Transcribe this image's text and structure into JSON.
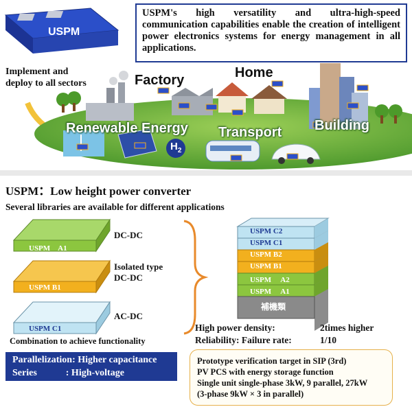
{
  "top": {
    "module_label": "USPM",
    "callout": "USPM's high versatility and ultra-high-speed communication capabilities enable the creation of intelligent power electronics systems for energy management in all applications.",
    "deploy_line1": "Implement and",
    "deploy_line2": "deploy to all sectors",
    "sectors": {
      "factory": "Factory",
      "home": "Home",
      "renewable": "Renewable Energy",
      "transport": "Transport",
      "building": "Building"
    },
    "h2_label": "H",
    "h2_sub": "2"
  },
  "bottom": {
    "title": "USPM：Low height power converter",
    "subtitle": "Several libraries are available for different applications",
    "libraries": [
      {
        "plate": "USPM　A1",
        "type_line1": "DC-DC",
        "type_line2": "",
        "color": "#8cc63f"
      },
      {
        "plate": "USPM B1",
        "type_line1": "Isolated type",
        "type_line2": "DC-DC",
        "color": "#f2b01e"
      },
      {
        "plate": "USPM C1",
        "type_line1": "AC-DC",
        "type_line2": "",
        "color": "#bfe3f2"
      }
    ],
    "combination": "Combination to achieve functionality",
    "stack": [
      {
        "label": "USPM C2",
        "color": "#bfe3f2"
      },
      {
        "label": "USPM C1",
        "color": "#bfe3f2"
      },
      {
        "label": "USPM B2",
        "color": "#f2b01e"
      },
      {
        "label": "USPM B1",
        "color": "#f2b01e"
      },
      {
        "label": "USPM　 A2",
        "color": "#8cc63f"
      },
      {
        "label": "USPM　 A1",
        "color": "#8cc63f"
      }
    ],
    "aux_label": "補機類",
    "metrics": [
      {
        "label": "High power density:",
        "value": "2times higher"
      },
      {
        "label": "Reliability: Failure rate:",
        "value": "1/10"
      }
    ],
    "parallel_line1": "Parallelization: Higher capacitance",
    "parallel_line2": "Series　　　: High-voltage",
    "target_lines": [
      "Prototype verification target in SIP (3rd)",
      "PV PCS with energy storage function",
      "Single unit single-phase 3kW, 9 parallel, 27kW",
      "(3-phase 9kW × 3 in parallel)"
    ]
  },
  "colors": {
    "navy": "#1f3a93",
    "green": "#8cc63f",
    "orange": "#f2b01e",
    "lightblue": "#bfe3f2",
    "field": "#7dbb42"
  }
}
